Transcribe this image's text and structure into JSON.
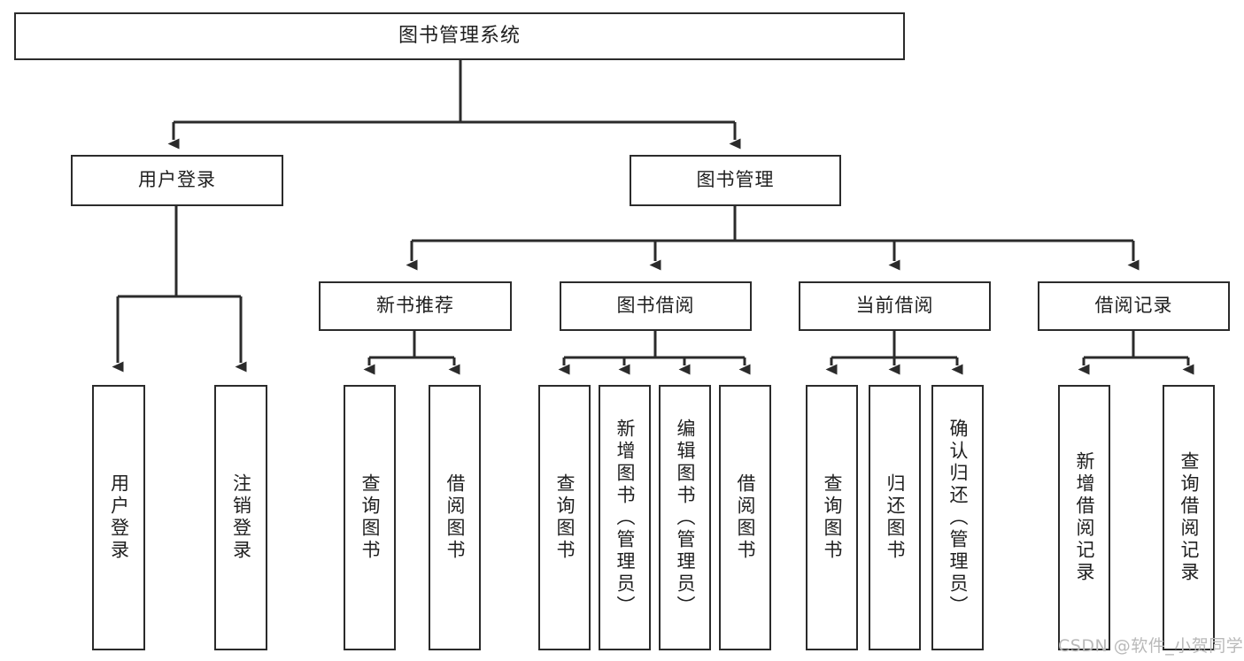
{
  "diagram": {
    "title": "图书管理系统",
    "type": "tree",
    "watermark": "CSDN @软件_小贺同学",
    "colors": {
      "box_border": "#2b2b2b",
      "box_fill": "#ffffff",
      "line": "#2b2b2b",
      "text": "#1f1f1f",
      "watermark": "#b9b9b9",
      "background": "#ffffff"
    },
    "root": {
      "label": "图书管理系统"
    },
    "level2": [
      {
        "label": "用户登录"
      },
      {
        "label": "图书管理"
      }
    ],
    "level3": [
      {
        "label": "新书推荐"
      },
      {
        "label": "图书借阅"
      },
      {
        "label": "当前借阅"
      },
      {
        "label": "借阅记录"
      }
    ],
    "leaves": [
      {
        "label": "用户登录",
        "parent": "用户登录"
      },
      {
        "label": "注销登录",
        "parent": "用户登录"
      },
      {
        "label": "查询图书",
        "parent": "新书推荐"
      },
      {
        "label": "借阅图书",
        "parent": "新书推荐"
      },
      {
        "label": "查询图书",
        "parent": "图书借阅"
      },
      {
        "label": "新增图书（管理员）",
        "parent": "图书借阅"
      },
      {
        "label": "编辑图书（管理员）",
        "parent": "图书借阅"
      },
      {
        "label": "借阅图书",
        "parent": "图书借阅"
      },
      {
        "label": "查询图书",
        "parent": "当前借阅"
      },
      {
        "label": "归还图书",
        "parent": "当前借阅"
      },
      {
        "label": "确认归还（管理员）",
        "parent": "当前借阅"
      },
      {
        "label": "新增借阅记录",
        "parent": "借阅记录"
      },
      {
        "label": "查询借阅记录",
        "parent": "借阅记录"
      }
    ]
  }
}
